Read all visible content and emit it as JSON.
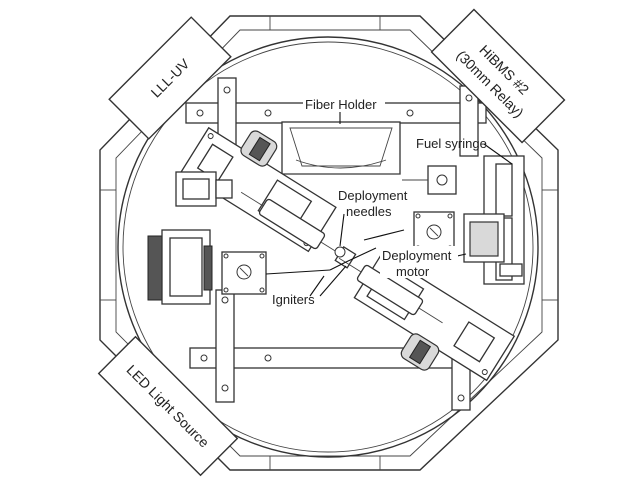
{
  "labels": {
    "fiber_holder": "Fiber Holder",
    "fuel_syringe": "Fuel syringe",
    "deployment_needles_line1": "Deployment",
    "deployment_needles_line2": "needles",
    "deployment_motor_line1": "Deployment",
    "deployment_motor_line2": "motor",
    "igniters": "Igniters"
  },
  "corner_boxes": {
    "lll_uv": "LLL-UV",
    "hibms_line1": "HiBMS #2",
    "hibms_line2": "(30mm Relay)",
    "led_light_source": "LED Light Source"
  },
  "colors": {
    "line": "#333333",
    "panel": "#d9d9d9",
    "background": "#ffffff"
  }
}
